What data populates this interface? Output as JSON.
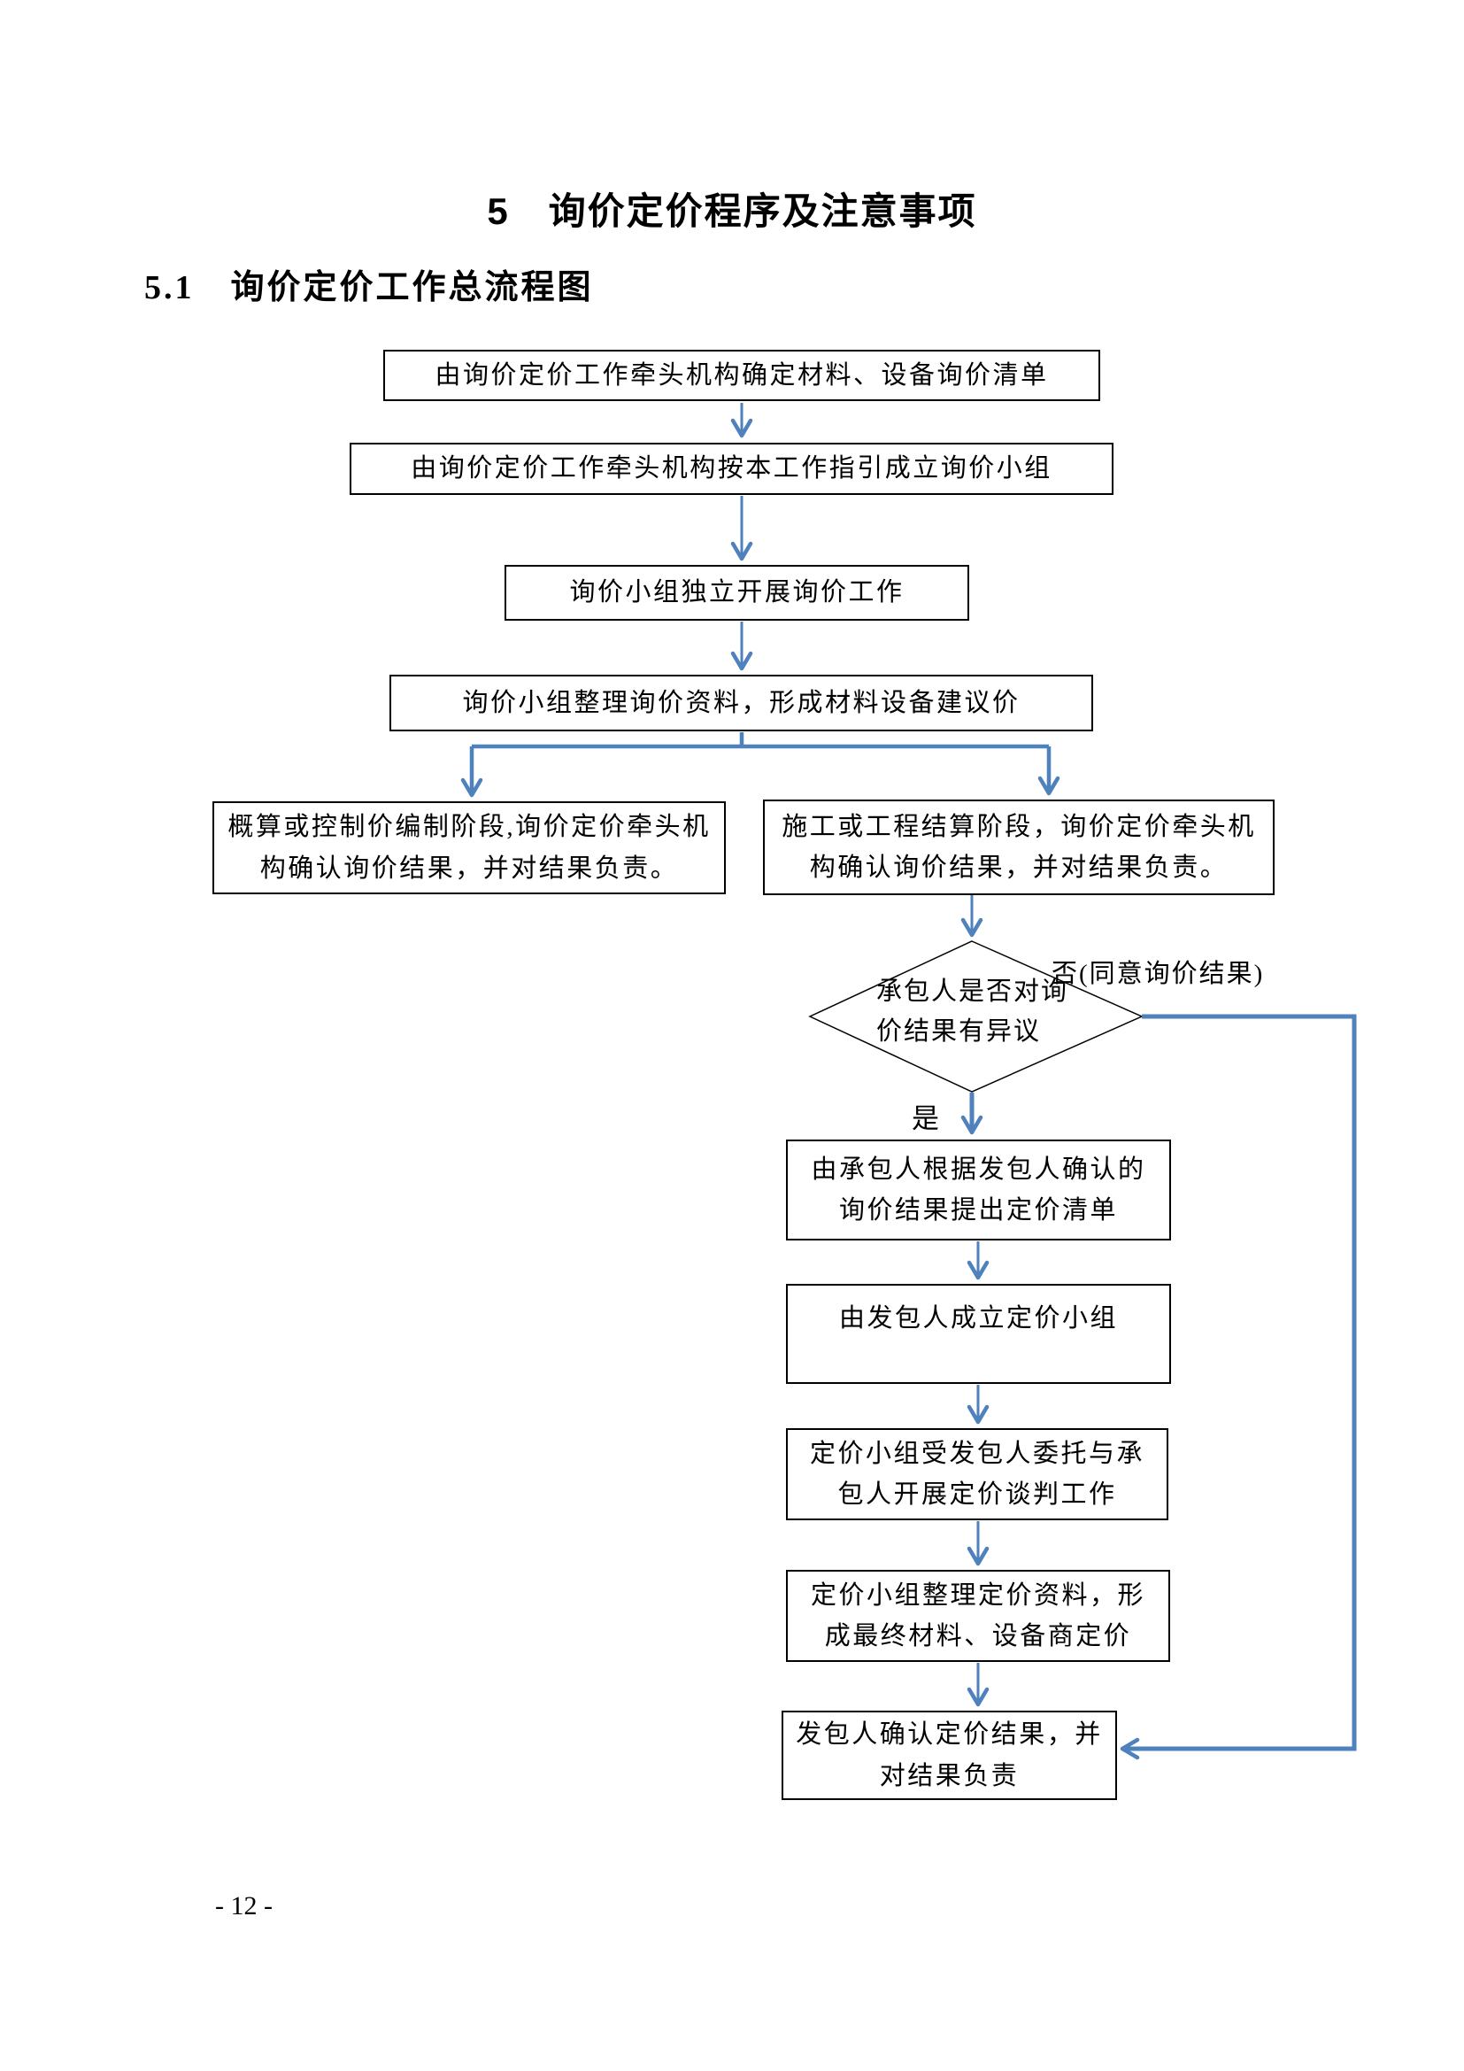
{
  "page": {
    "title": "5　询价定价程序及注意事项",
    "section_heading": "5.1　询价定价工作总流程图",
    "page_number": "- 12 -"
  },
  "flowchart": {
    "accent_color": "#4f81bd",
    "border_color": "#000000",
    "nodes": {
      "step1": "由询价定价工作牵头机构确定材料、设备询价清单",
      "step2": "由询价定价工作牵头机构按本工作指引成立询价小组",
      "step3": "询价小组独立开展询价工作",
      "step4": "询价小组整理询价资料，形成材料设备建议价",
      "branch_left": "概算或控制价编制阶段,询价定价牵头机构确认询价结果，并对结果负责。",
      "branch_right": "施工或工程结算阶段，询价定价牵头机构确认询价结果，并对结果负责。",
      "decision": "承包人是否对询价结果有异议",
      "step5": "由承包人根据发包人确认的询价结果提出定价清单",
      "step6": "由发包人成立定价小组",
      "step7": "定价小组受发包人委托与承包人开展定价谈判工作",
      "step8": "定价小组整理定价资料，形成最终材料、设备商定价",
      "step9": "发包人确认定价结果，并对结果负责"
    },
    "labels": {
      "no": "否(同意询价结果)",
      "yes": "是"
    }
  }
}
